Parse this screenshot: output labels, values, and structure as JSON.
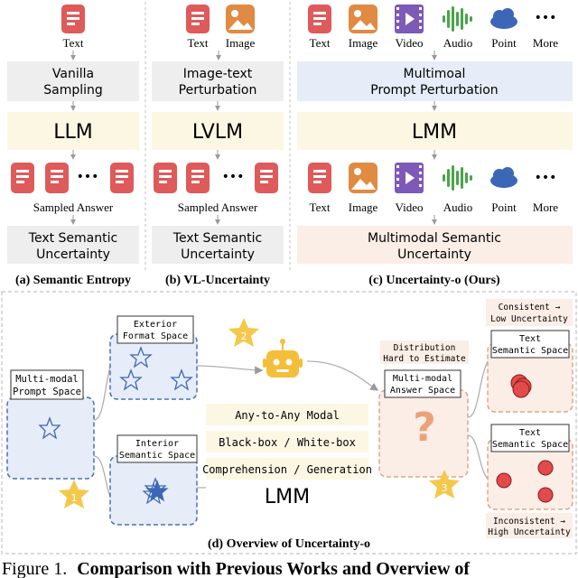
{
  "panel_a": {
    "input_labels": [
      "Text"
    ],
    "process": [
      "Vanilla",
      "Sampling"
    ],
    "model": "LLM",
    "sampled_label": "Sampled Answer",
    "metric": [
      "Text Semantic",
      "Uncertainty"
    ],
    "caption": "(a) Semantic Entropy"
  },
  "panel_b": {
    "input_labels": [
      "Text",
      "Image"
    ],
    "process": [
      "Image-text",
      "Perturbation"
    ],
    "model": "LVLM",
    "sampled_label": "Sampled Answer",
    "metric": [
      "Text Semantic",
      "Uncertainty"
    ],
    "caption": "(b) VL-Uncertainty"
  },
  "panel_c": {
    "input_labels": [
      "Text",
      "Image",
      "Video",
      "Audio",
      "Point",
      "More"
    ],
    "process": [
      "Multimoal",
      "Prompt Perturbation"
    ],
    "model": "LMM",
    "output_labels": [
      "Text",
      "Image",
      "Video",
      "Audio",
      "Point",
      "More"
    ],
    "metric": [
      "Multimodal Semantic",
      "Uncertainty"
    ],
    "caption": "(c) Uncertainty-o (Ours)"
  },
  "panel_d": {
    "prompt_space": [
      "Multi-modal",
      "Prompt Space"
    ],
    "exterior": [
      "Exterior",
      "Format Space"
    ],
    "interior": [
      "Interior",
      "Semantic Space"
    ],
    "capabilities": [
      "Any-to-Any Modal",
      "Black-box / White-box",
      "Comprehension / Generation"
    ],
    "model": "LMM",
    "distribution_note": [
      "Distribution",
      "Hard to Estimate"
    ],
    "answer_space": [
      "Multi-modal",
      "Answer Space"
    ],
    "consistent_note": [
      "Consistent →",
      "Low Uncertainty"
    ],
    "inconsistent_note": [
      "Inconsistent →",
      "High Uncertainty"
    ],
    "text_space_top": [
      "Text",
      "Semantic Space"
    ],
    "text_space_bottom": [
      "Text",
      "Semantic Space"
    ],
    "question_mark": "?",
    "step_numbers": [
      "1",
      "2",
      "3"
    ],
    "caption": "(d) Overview of Uncertainty-o"
  },
  "figure_caption": {
    "label": "Figure 1.",
    "bold": "Comparison with Previous Works and Overview of"
  },
  "colors": {
    "red_icon": "#df5a5a",
    "orange_icon": "#e08a42",
    "purple_icon": "#7d59b8",
    "green_icon": "#48a54a",
    "blue_icon": "#3c67b7",
    "gray_box": "#eeeeee",
    "yellow_box": "#fbf7e3",
    "orange_box": "#fbeee7",
    "blue_panel": "#e6edf8",
    "blue_dash": "#4a70b8",
    "orange_dash": "#e0a58a",
    "star_gold": "#f4c84b",
    "robot_gold": "#f3bf3a"
  }
}
